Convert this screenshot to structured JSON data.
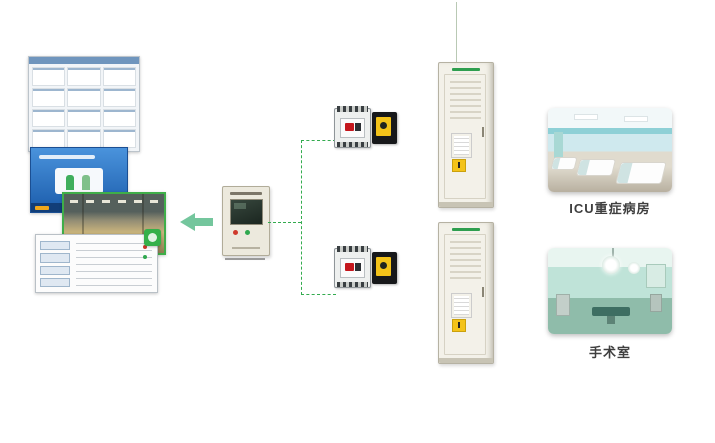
{
  "labels": {
    "icu_ward": "ICU重症病房",
    "operating_room": "手术室"
  },
  "colors": {
    "connector_green": "#33ab4f",
    "arrow_green": "#74c69d",
    "camera_frame_green": "#3fae49",
    "cabinet_beige": "#f3f1e9",
    "warning_yellow": "#f4c319",
    "panel_beige": "#ece9dd",
    "screen_blue": "#2f7fd0",
    "photo_teal": "#8ed0d6"
  },
  "icons": {
    "left_arrow": "arrow-left",
    "warning": "warning-triangle"
  }
}
